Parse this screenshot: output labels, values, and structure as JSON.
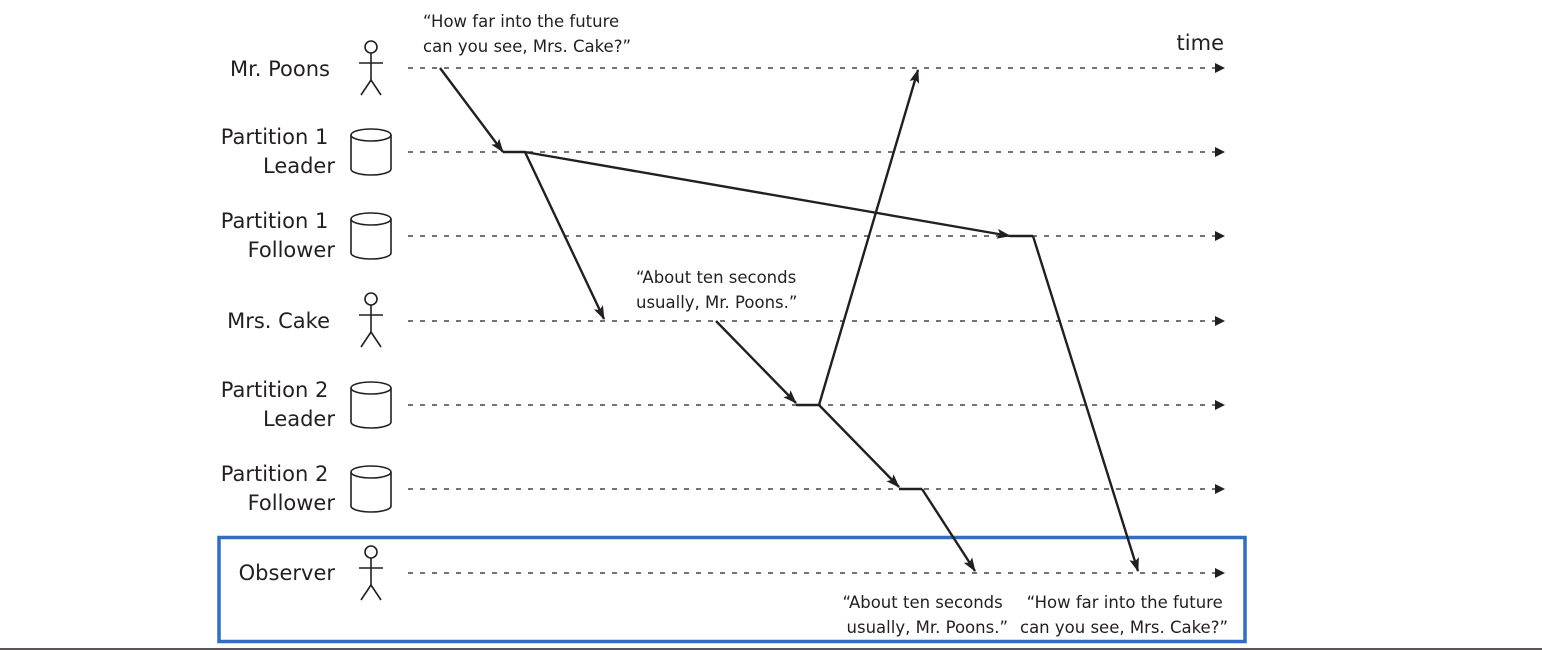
{
  "time_label": "time",
  "lanes": {
    "poons": {
      "lines": [
        "Mr. Poons"
      ],
      "kind": "person"
    },
    "p1_leader": {
      "lines": [
        "Partition 1",
        "Leader"
      ],
      "kind": "database"
    },
    "p1_follower": {
      "lines": [
        "Partition 1",
        "Follower"
      ],
      "kind": "database"
    },
    "cake": {
      "lines": [
        "Mrs. Cake"
      ],
      "kind": "person"
    },
    "p2_leader": {
      "lines": [
        "Partition 2",
        "Leader"
      ],
      "kind": "database"
    },
    "p2_follower": {
      "lines": [
        "Partition 2",
        "Follower"
      ],
      "kind": "database"
    },
    "observer": {
      "lines": [
        "Observer"
      ],
      "kind": "person"
    }
  },
  "quotes": {
    "question_sent": [
      "“How far into the future",
      "can you see, Mrs. Cake?”"
    ],
    "answer_sent": [
      "“About ten seconds",
      "usually, Mr. Poons.”"
    ],
    "answer_observed": [
      "“About ten seconds",
      "usually, Mr. Poons.”"
    ],
    "question_observed": [
      "“How far into the future",
      "can you see, Mrs. Cake?”"
    ]
  },
  "colors": {
    "ink": "#231f20",
    "observer_highlight": "#2f6ec4"
  }
}
